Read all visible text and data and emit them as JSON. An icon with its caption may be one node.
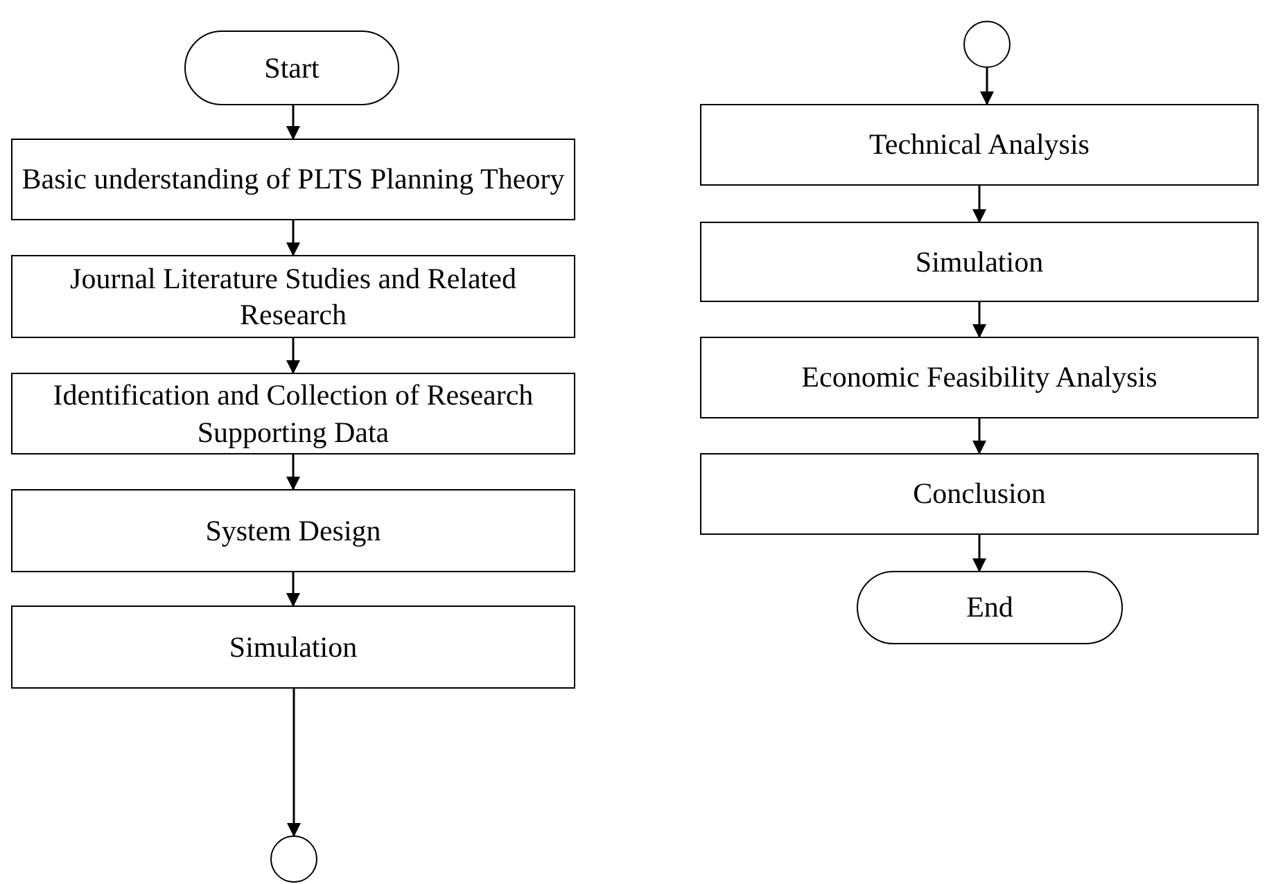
{
  "diagram": {
    "nodes": [
      {
        "text": [
          "Start"
        ]
      },
      {
        "text": [
          "Basic understanding of PLTS Planning Theory"
        ]
      },
      {
        "text": [
          "Journal Literature Studies and Related Research"
        ]
      },
      {
        "text": [
          "Identification and Collection of Research Supporting Data"
        ]
      },
      {
        "text": [
          "System Design"
        ]
      },
      {
        "text": [
          "Simulation"
        ]
      },
      {
        "text": [],
        "shape": "circle"
      },
      {
        "text": [],
        "shape": "circle"
      },
      {
        "text": [
          "Technical Analysis"
        ]
      },
      {
        "text": [
          "Simulation"
        ]
      },
      {
        "text": [
          "Economic Feasibility Analysis"
        ]
      },
      {
        "text": [
          "Conclusion"
        ]
      },
      {
        "text": [
          "End"
        ]
      }
    ],
    "edges": [
      {
        "from": 0,
        "to": 1,
        "arrow": "to"
      },
      {
        "from": 1,
        "to": 2,
        "arrow": "to"
      },
      {
        "from": 2,
        "to": 3,
        "arrow": "to"
      },
      {
        "from": 3,
        "to": 4,
        "arrow": "to"
      },
      {
        "from": 4,
        "to": 5,
        "arrow": "to"
      },
      {
        "from": 5,
        "to": 6,
        "arrow": "to"
      },
      {
        "from": 7,
        "to": 8,
        "arrow": "to"
      },
      {
        "from": 8,
        "to": 9,
        "arrow": "to"
      },
      {
        "from": 9,
        "to": 10,
        "arrow": "to"
      },
      {
        "from": 10,
        "to": 11,
        "arrow": "to"
      },
      {
        "from": 11,
        "to": 12,
        "arrow": "to"
      }
    ]
  }
}
